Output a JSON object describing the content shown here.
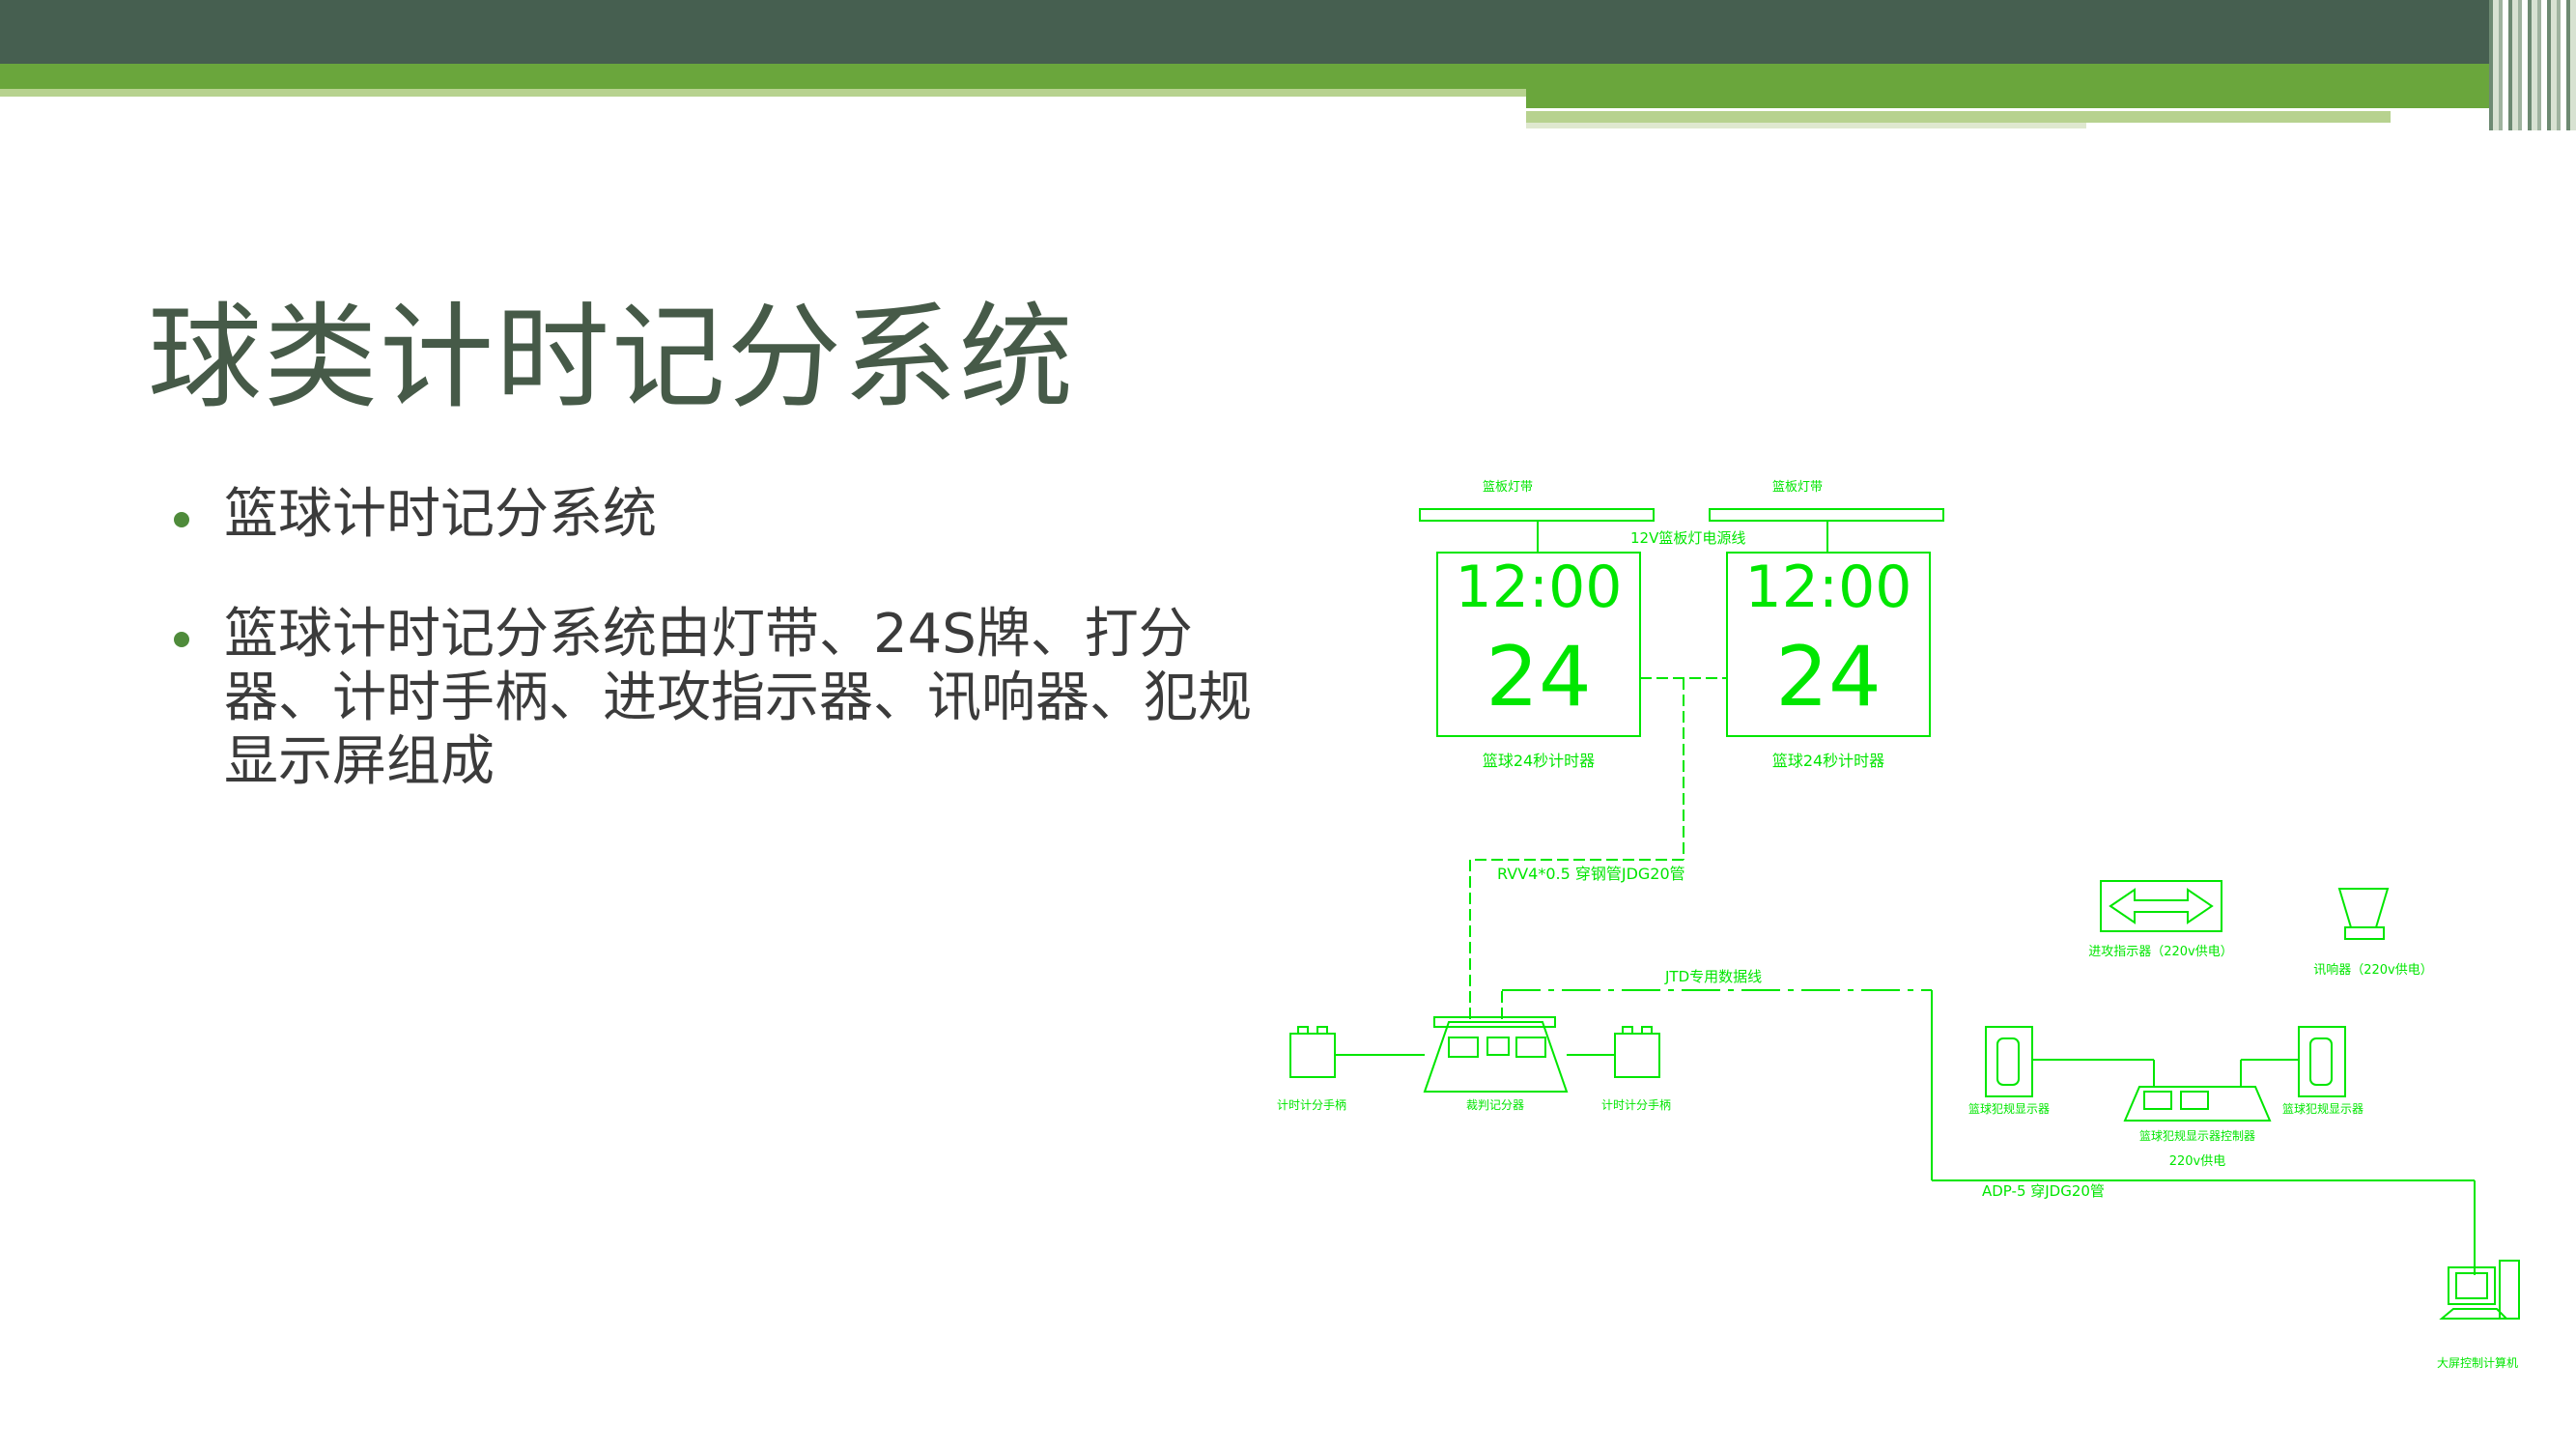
{
  "slide": {
    "title": "球类计时记分系统",
    "bullets": [
      "篮球计时记分系统",
      "篮球计时记分系统由灯带、24S牌、打分器、计时手柄、进攻指示器、讯响器、犯规显示屏组成"
    ]
  },
  "colors": {
    "header_dark": "#465f50",
    "header_green": "#6aa63c",
    "header_light": "#b7d28f",
    "title": "#465a48",
    "diagram_line": "#00e600"
  },
  "diagram": {
    "light_bar_left": "篮板灯带",
    "light_bar_right": "篮板灯带",
    "power_note": "12V篮板灯电源线",
    "board_left_time": "12:00",
    "board_left_shot": "24",
    "board_left_caption": "篮球24秒计时器",
    "board_right_time": "12:00",
    "board_right_shot": "24",
    "board_right_caption": "篮球24秒计时器",
    "cable_note": "RVV4*0.5 穿钢管JDG20管",
    "jtd_note": "JTD专用数据线",
    "arrow_caption": "进攻指示器（220v供电）",
    "horn_caption": "讯响器（220v供电）",
    "left_handle": "计时计分手柄",
    "console": "裁判记分器",
    "right_handle": "计时计分手柄",
    "foul_left": "篮球犯规显示器",
    "foul_right": "篮球犯规显示器",
    "foul_console": "篮球犯规显示器控制器",
    "foul_power": "220v供电",
    "adp_note": "ADP-5 穿JDG20管",
    "pc_caption": "大屏控制计算机"
  }
}
